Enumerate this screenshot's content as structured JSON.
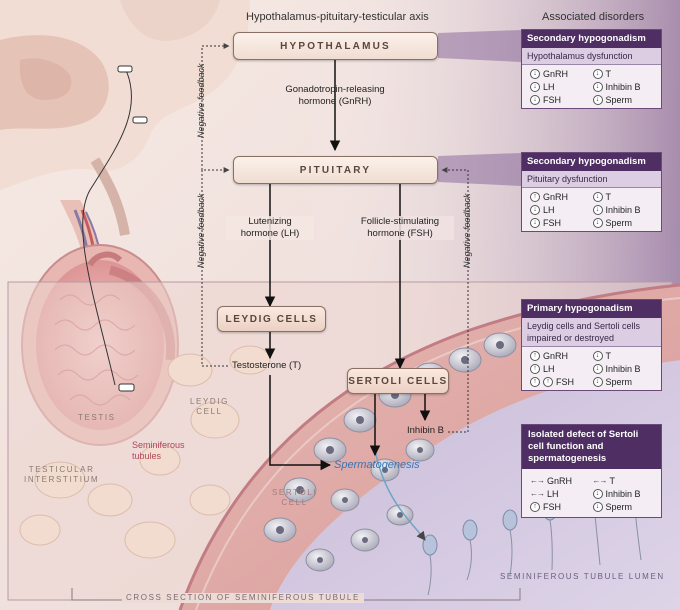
{
  "titles": {
    "axis": "Hypothalamus-pituitary-testicular axis",
    "disorders": "Associated disorders"
  },
  "boxes": {
    "hypothalamus": "HYPOTHALAMUS",
    "pituitary": "PITUITARY",
    "leydig": "LEYDIG CELLS",
    "sertoli": "SERTOLI CELLS"
  },
  "flow": {
    "gnrh_line1": "Gonadotropin-releasing",
    "gnrh_line2": "hormone (GnRH)",
    "lh_line1": "Lutenizing",
    "lh_line2": "hormone (LH)",
    "fsh_line1": "Follicle-stimulating",
    "fsh_line2": "hormone (FSH)",
    "testosterone": "Testosterone (T)",
    "inhibin": "Inhibin B",
    "spermatogenesis": "Spermatogenesis",
    "negative_feedback": "Negative feedback"
  },
  "anatomy": {
    "testis": "TESTIS",
    "leydig_cell_1": "LEYDIG",
    "leydig_cell_2": "CELL",
    "seminiferous_1": "Seminiferous",
    "seminiferous_2": "tubules",
    "interstitium_1": "TESTICULAR",
    "interstitium_2": "INTERSTITIUM",
    "sertoli_cell_1": "SERTOLI",
    "sertoli_cell_2": "CELL",
    "lumen": "SEMINIFEROUS TUBULE LUMEN",
    "cross_section": "CROSS SECTION OF SEMINIFEROUS TUBULE"
  },
  "panels": [
    {
      "header": "Secondary hypogonadism",
      "subheader": "Hypothalamus dysfunction",
      "items": [
        {
          "dir": "down",
          "label": "GnRH"
        },
        {
          "dir": "down",
          "label": "T"
        },
        {
          "dir": "down",
          "label": "LH"
        },
        {
          "dir": "down",
          "label": "Inhibin B"
        },
        {
          "dir": "down",
          "label": "FSH"
        },
        {
          "dir": "down",
          "label": "Sperm"
        }
      ]
    },
    {
      "header": "Secondary hypogonadism",
      "subheader": "Pituitary dysfunction",
      "items": [
        {
          "dir": "up",
          "label": "GnRH"
        },
        {
          "dir": "down",
          "label": "T"
        },
        {
          "dir": "down",
          "label": "LH"
        },
        {
          "dir": "down",
          "label": "Inhibin B"
        },
        {
          "dir": "down",
          "label": "FSH"
        },
        {
          "dir": "down",
          "label": "Sperm"
        }
      ]
    },
    {
      "header": "Primary hypogonadism",
      "subheader": "Leydig cells and Sertoli cells impaired or destroyed",
      "items": [
        {
          "dir": "up",
          "label": "GnRH"
        },
        {
          "dir": "down",
          "label": "T"
        },
        {
          "dir": "up",
          "label": "LH"
        },
        {
          "dir": "down",
          "label": "Inhibin B"
        },
        {
          "dir": "upup",
          "label": "FSH"
        },
        {
          "dir": "down",
          "label": "Sperm"
        }
      ]
    },
    {
      "header": "Isolated defect of Sertoli cell function and spermatogenesis",
      "subheader": "",
      "items": [
        {
          "dir": "same",
          "label": "GnRH"
        },
        {
          "dir": "same",
          "label": "T"
        },
        {
          "dir": "same",
          "label": "LH"
        },
        {
          "dir": "down",
          "label": "Inhibin B"
        },
        {
          "dir": "up",
          "label": "FSH"
        },
        {
          "dir": "down",
          "label": "Sperm"
        }
      ]
    }
  ]
}
